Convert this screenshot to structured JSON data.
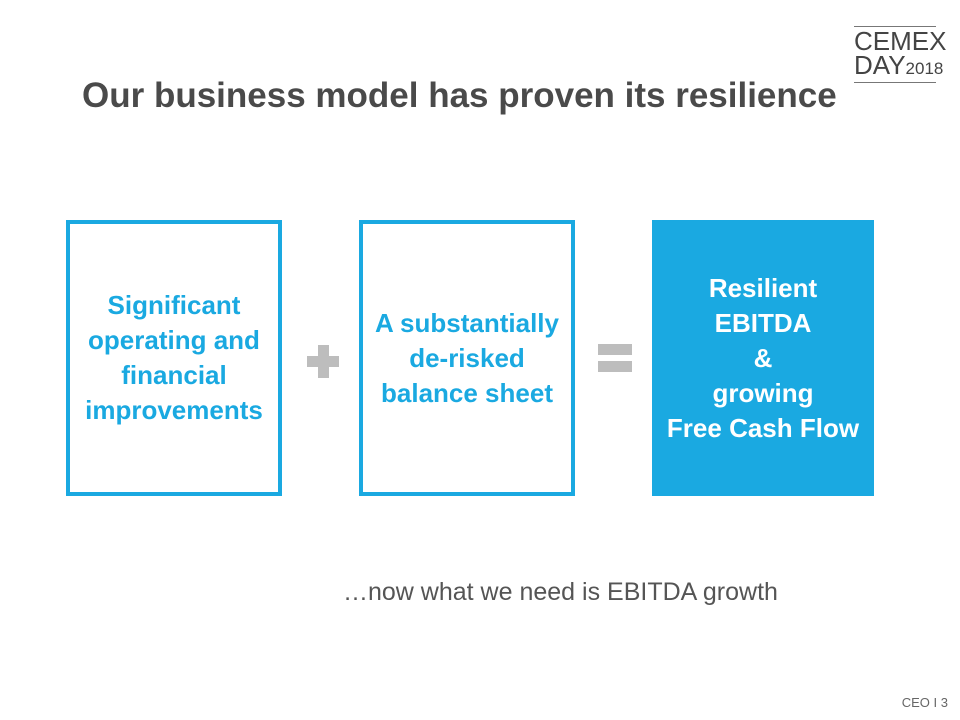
{
  "logo": {
    "line1": "CEMEX",
    "line2": "DAY",
    "year": "2018"
  },
  "title": "Our business model has proven its resilience",
  "boxes": [
    {
      "text": "Significant operating and financial improvements"
    },
    {
      "text": "A substantially de-risked balance sheet"
    },
    {
      "line1": "Resilient",
      "line2": "EBITDA",
      "line3": "&",
      "line4": "growing",
      "line5": "Free Cash Flow"
    }
  ],
  "operators": {
    "plus": "plus-icon",
    "equals": "equals-icon"
  },
  "subtitle": "…now what we need is EBITDA growth",
  "footer": "CEO I 3",
  "colors": {
    "accent": "#1aa9e1",
    "operator": "#bdbdbd",
    "title": "#4a4a4a"
  }
}
